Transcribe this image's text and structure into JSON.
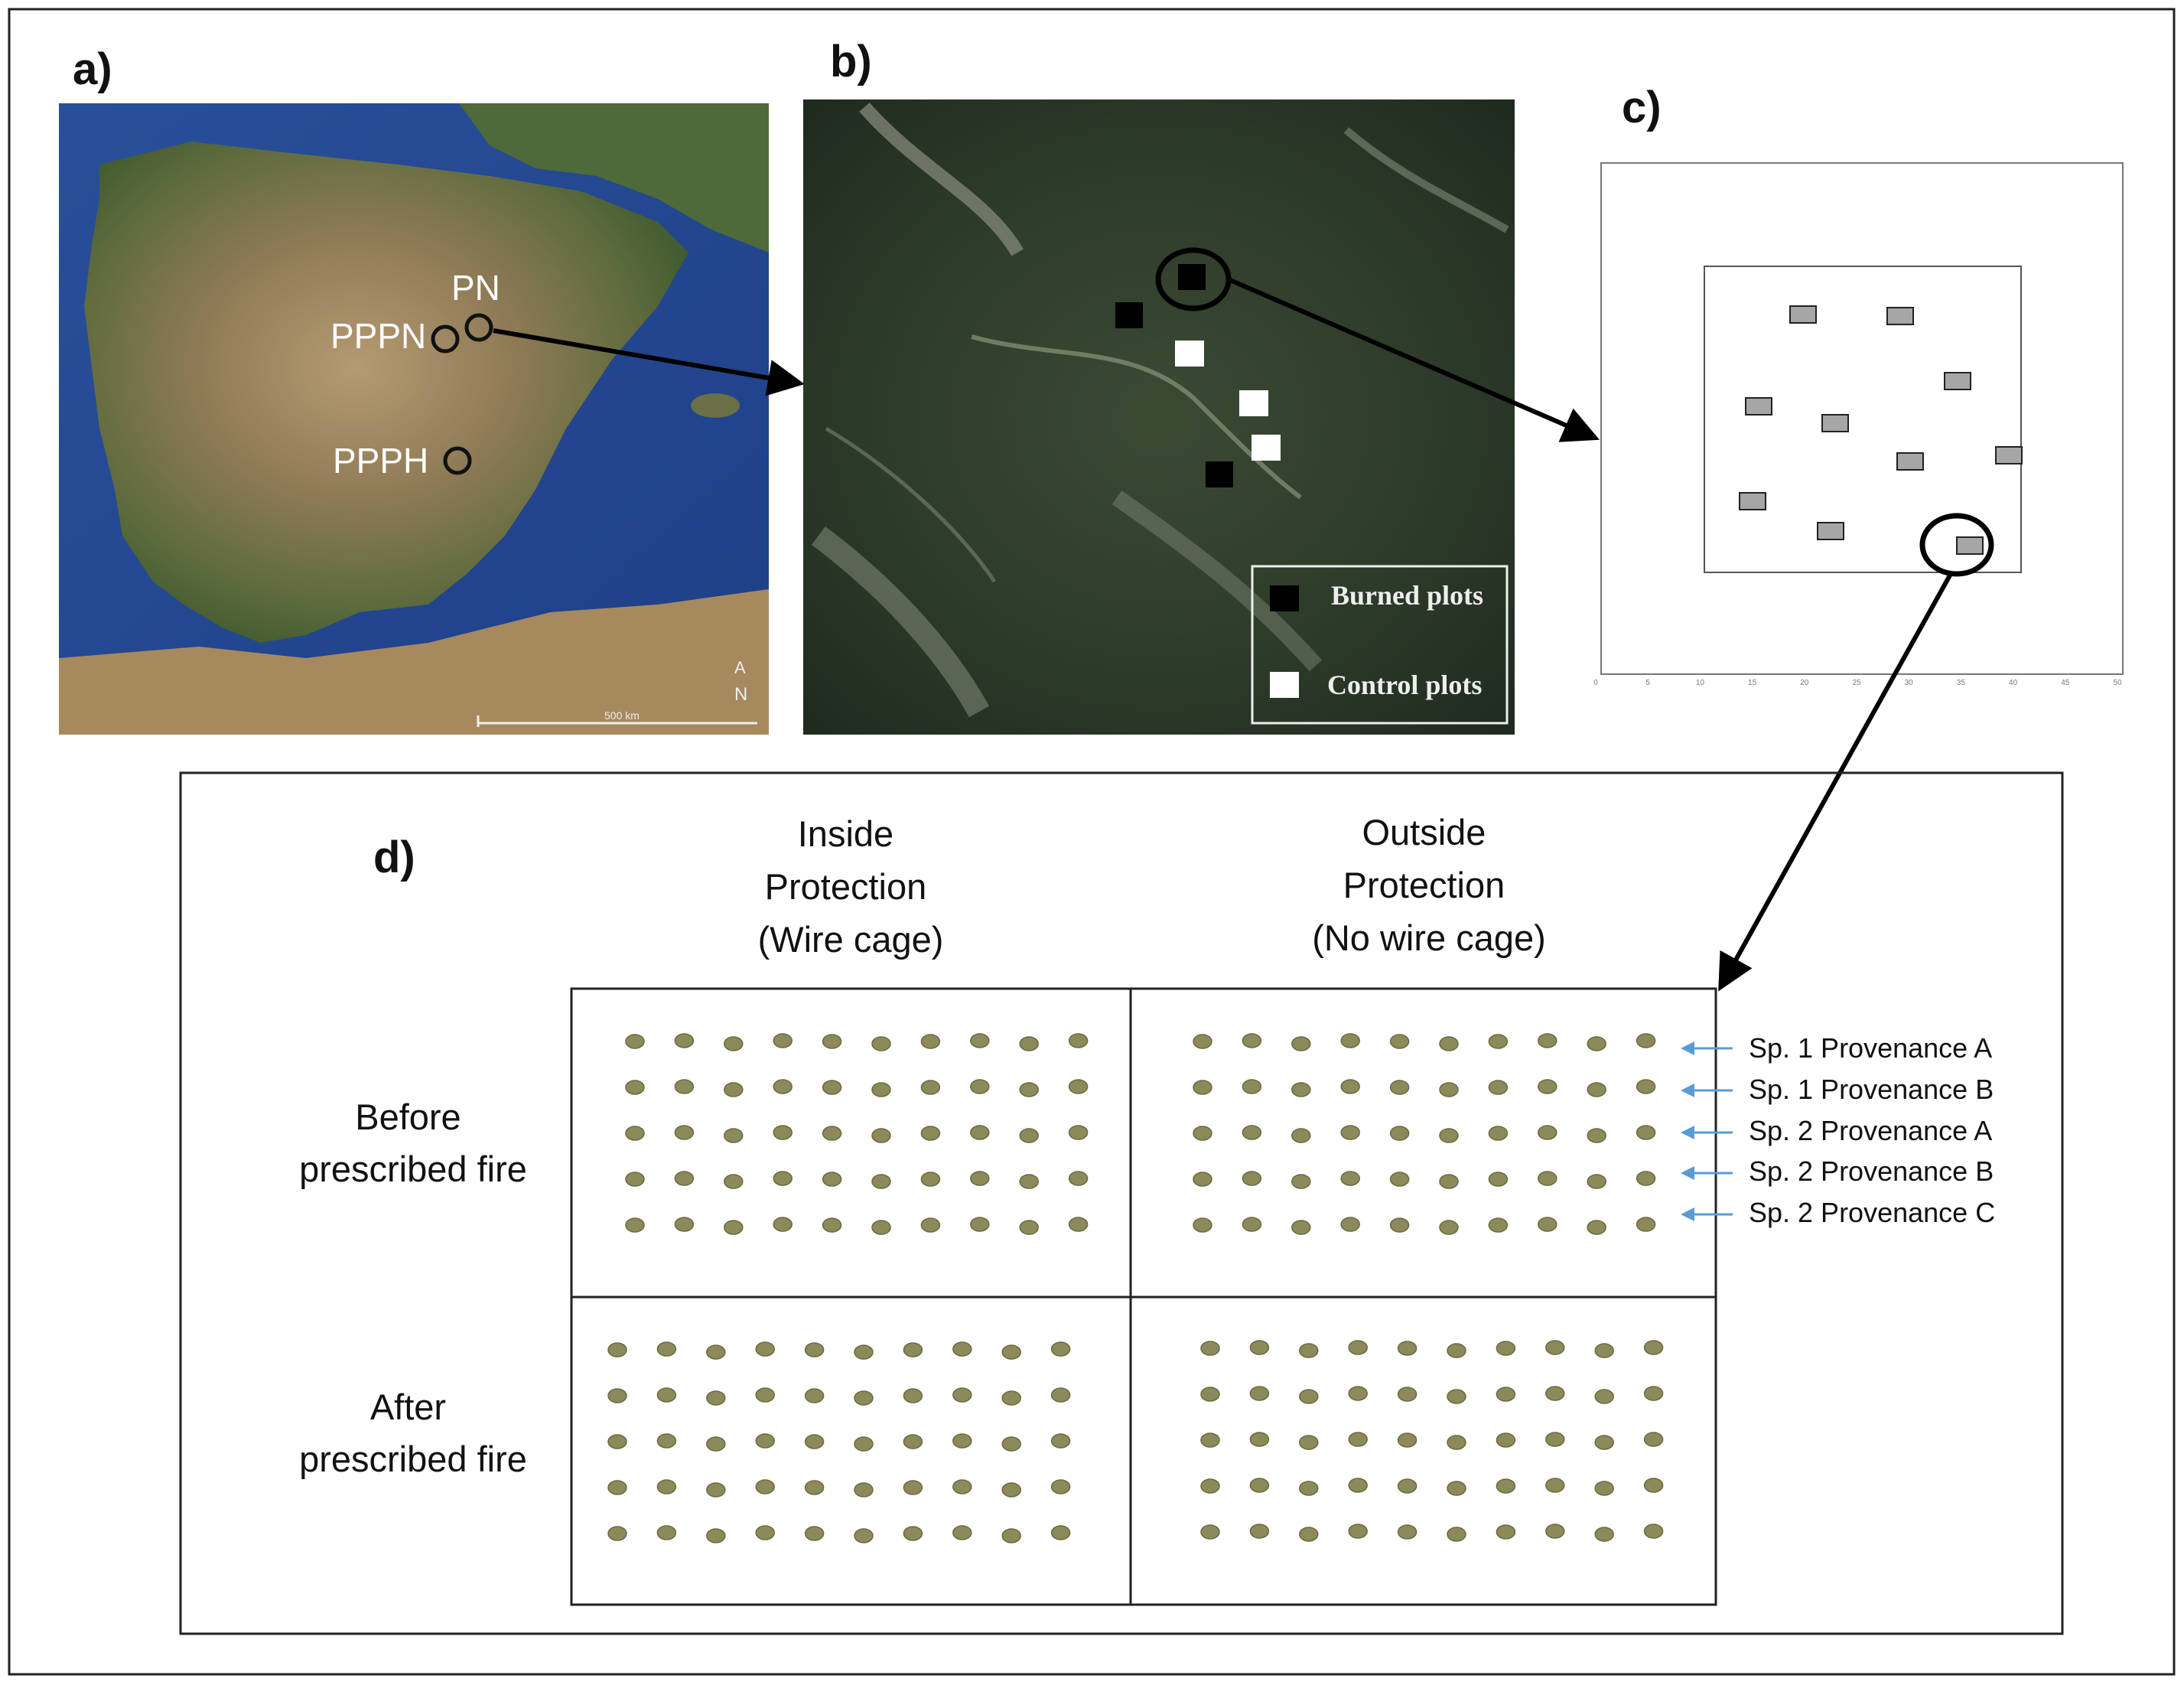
{
  "panels": {
    "a": {
      "label": "a)",
      "sites": [
        "PN",
        "PPPN",
        "PPPH"
      ],
      "scale_text": "500 km",
      "compass_text": "N",
      "compass_mark": "A"
    },
    "b": {
      "label": "b)",
      "legend": {
        "burned": "Burned plots",
        "control": "Control plots"
      },
      "colors": {
        "burned": "#000000",
        "control": "#ffffff"
      }
    },
    "c": {
      "label": "c)",
      "axis_ticks": [
        "0",
        "5",
        "10",
        "15",
        "20",
        "25",
        "30",
        "35",
        "40",
        "45",
        "50"
      ],
      "subplot_color": "#a6a6a6"
    },
    "d": {
      "label": "d)",
      "columns": [
        "Inside\nProtection\n(Wire cage)",
        "Outside\nProtection\n(No wire cage)"
      ],
      "column_lines": [
        [
          "Inside",
          "Protection",
          "(Wire cage)"
        ],
        [
          "Outside",
          "Protection",
          "(No wire cage)"
        ]
      ],
      "rows": [
        [
          "Before",
          "prescribed fire"
        ],
        [
          "After",
          "prescribed fire"
        ]
      ],
      "provenances": [
        "Sp. 1 Provenance A",
        "Sp. 1 Provenance B",
        "Sp. 2 Provenance A",
        "Sp. 2 Provenance B",
        "Sp. 2 Provenance C"
      ],
      "seedlings_per_row": 10,
      "seedling_color": "#8c8a5a",
      "arrow_color": "#5b9bd5"
    }
  }
}
